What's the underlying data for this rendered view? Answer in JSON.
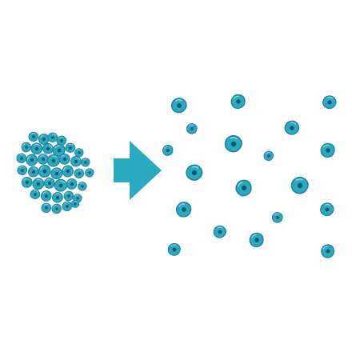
{
  "colors": {
    "background": "#ffffff",
    "particle_fill": "#2aa9c1",
    "particle_stroke": "#1c7f94",
    "particle_core": "#0e5a6a",
    "particle_highlight": "#9edbe8",
    "arrow_fill": "#2aa9c1"
  },
  "icons": {
    "particle": "particle-icon",
    "arrow": "arrow-right-icon"
  },
  "diagram": {
    "cluster_group": "clustered-particles",
    "process_arrow": "process-arrow",
    "dispersed_group": "dispersed-particles"
  }
}
